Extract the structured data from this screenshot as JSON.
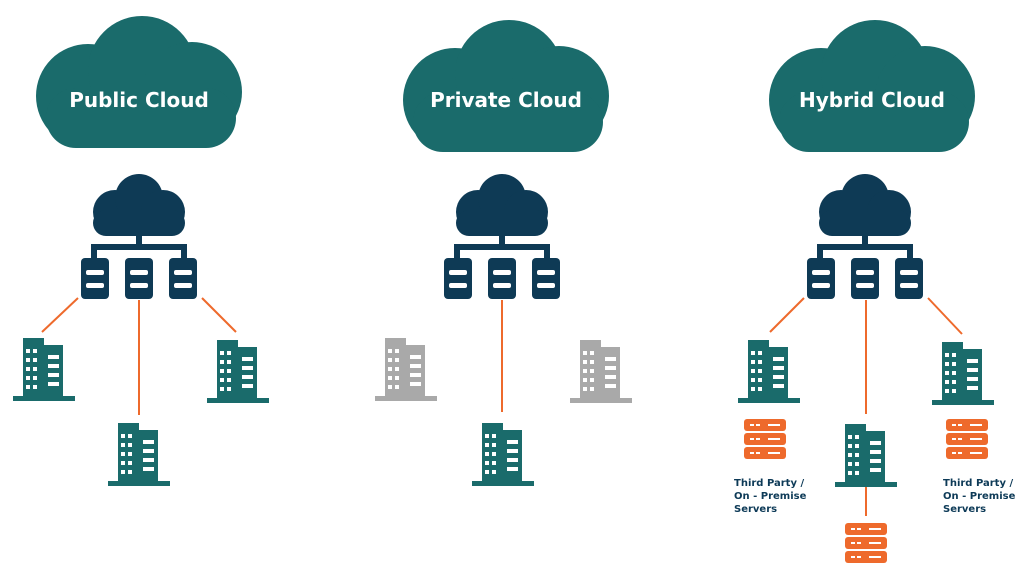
{
  "colors": {
    "cloud_teal": "#1a6b6b",
    "network_navy": "#0e3a55",
    "building_teal": "#1a6b6b",
    "building_gray": "#a9a9a9",
    "connector_orange": "#ee6a2c",
    "server_orange": "#ee6a2c",
    "note_text": "#0d3a57"
  },
  "icons": [
    "cloud-icon",
    "cloud-network-icon",
    "building-icon",
    "server-stack-icon"
  ],
  "panels": [
    {
      "title": "Public Cloud",
      "buildings": [
        {
          "status": "connected"
        },
        {
          "status": "connected"
        },
        {
          "status": "connected"
        }
      ]
    },
    {
      "title": "Private Cloud",
      "buildings": [
        {
          "status": "disconnected"
        },
        {
          "status": "connected"
        },
        {
          "status": "disconnected"
        }
      ]
    },
    {
      "title": "Hybrid Cloud",
      "buildings": [
        {
          "status": "connected",
          "server_label": [
            "Third Party /",
            "On - Premise",
            "Servers"
          ]
        },
        {
          "status": "connected"
        },
        {
          "status": "connected",
          "server_label": [
            "Third Party /",
            "On - Premise",
            "Servers"
          ]
        }
      ]
    }
  ]
}
